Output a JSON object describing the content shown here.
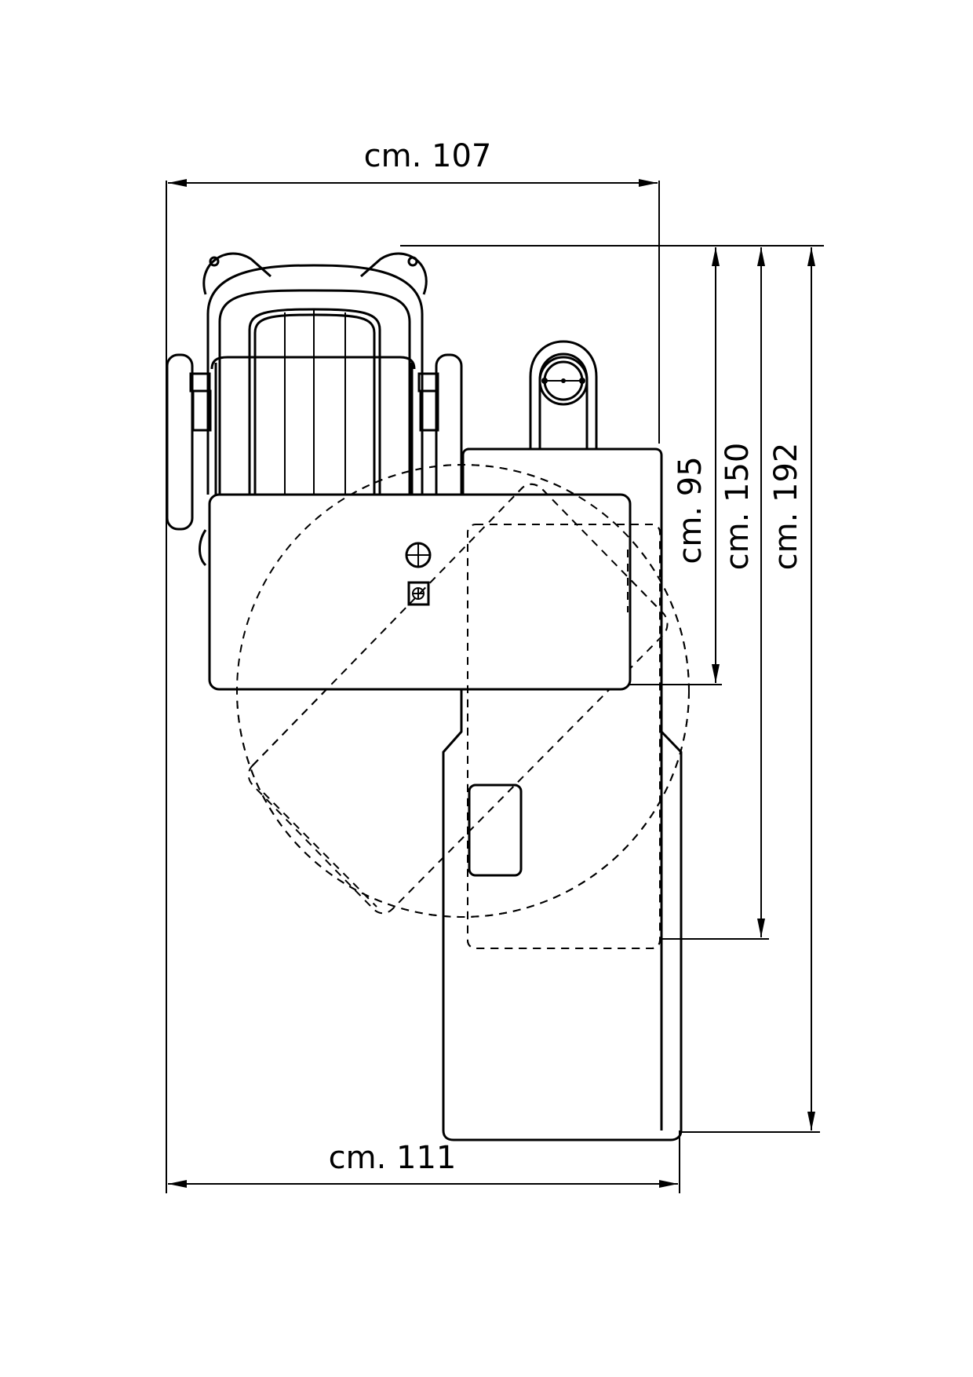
{
  "dimensions": {
    "top_width": "cm. 107",
    "bottom_width": "cm. 111",
    "height_95": "cm. 95",
    "height_150": "cm. 150",
    "height_192": "cm. 192"
  }
}
